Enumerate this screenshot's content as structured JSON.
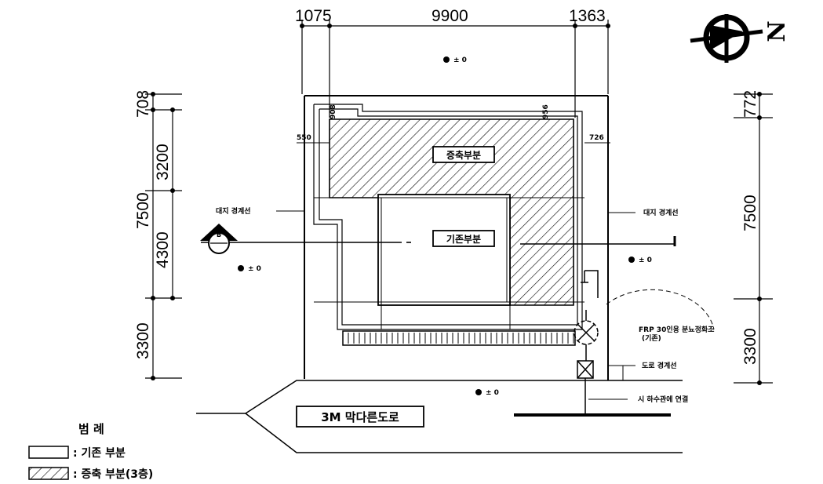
{
  "dimensions": {
    "top": [
      "1075",
      "9900",
      "1363"
    ],
    "left": [
      "708",
      "3200",
      "7500",
      "4300",
      "3300"
    ],
    "right": [
      "772",
      "7500",
      "3300"
    ],
    "inner": [
      "550",
      "908",
      "956",
      "726"
    ]
  },
  "north_mark": "N",
  "labels": {
    "extension": "증축부분",
    "existing": "기존부분",
    "site_boundary_left": "대지 경계선",
    "site_boundary_right": "대지 경계선",
    "road_boundary": "도로 경계선",
    "septic_tank": "FRP 30인용 분뇨정화조",
    "septic_tank_note": "(기존)",
    "sewer_connection": "시 하수관에 연결",
    "road": "3M 막다른도로",
    "level_top": "± 0",
    "level_left": "± 0",
    "level_right": "± 0",
    "level_bottom": "± 0"
  },
  "section_marker": "B",
  "legend": {
    "title": "범    례",
    "existing": ": 기존  부분",
    "extension": ": 증축   부분(3층)"
  }
}
